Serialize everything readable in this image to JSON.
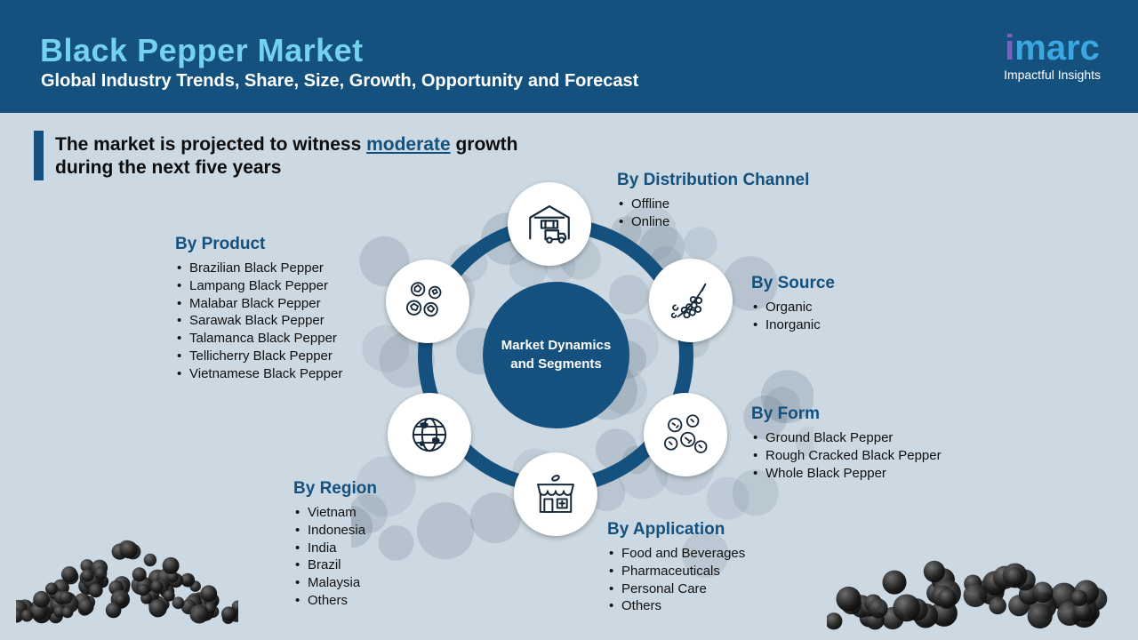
{
  "header": {
    "title": "Black Pepper Market",
    "subtitle": "Global Industry Trends, Share, Size, Growth, Opportunity and Forecast",
    "logo": {
      "brand_i": "i",
      "brand_rest": "marc",
      "tagline": "Impactful Insights"
    }
  },
  "headline": {
    "text_before": "The market is projected to witness ",
    "highlight": "moderate",
    "text_after": " growth during the next five years"
  },
  "diagram": {
    "center_label": "Market Dynamics and Segments",
    "colors": {
      "ring": "#15517e",
      "center": "#15517e",
      "header": "#15517e",
      "accent": "#74d2ef"
    },
    "segments": [
      {
        "title": "By Distribution Channel",
        "icon": "warehouse-truck-icon",
        "items": [
          "Offline",
          "Online"
        ]
      },
      {
        "title": "By Source",
        "icon": "pepper-branch-icon",
        "items": [
          "Organic",
          "Inorganic"
        ]
      },
      {
        "title": "By Form",
        "icon": "peppercorn-group-icon",
        "items": [
          "Ground Black Pepper",
          "Rough Cracked Black Pepper",
          "Whole Black Pepper"
        ]
      },
      {
        "title": "By Application",
        "icon": "storefront-icon",
        "items": [
          "Food and Beverages",
          "Pharmaceuticals",
          "Personal Care",
          "Others"
        ]
      },
      {
        "title": "By Region",
        "icon": "globe-icon",
        "items": [
          "Vietnam",
          "Indonesia",
          "India",
          "Brazil",
          "Malaysia",
          "Others"
        ]
      },
      {
        "title": "By Product",
        "icon": "peppercorn-cluster-icon",
        "items": [
          "Brazilian Black Pepper",
          "Lampang Black Pepper",
          "Malabar Black Pepper",
          "Sarawak Black Pepper",
          "Talamanca Black Pepper",
          "Tellicherry Black Pepper",
          "Vietnamese Black Pepper"
        ]
      }
    ]
  }
}
